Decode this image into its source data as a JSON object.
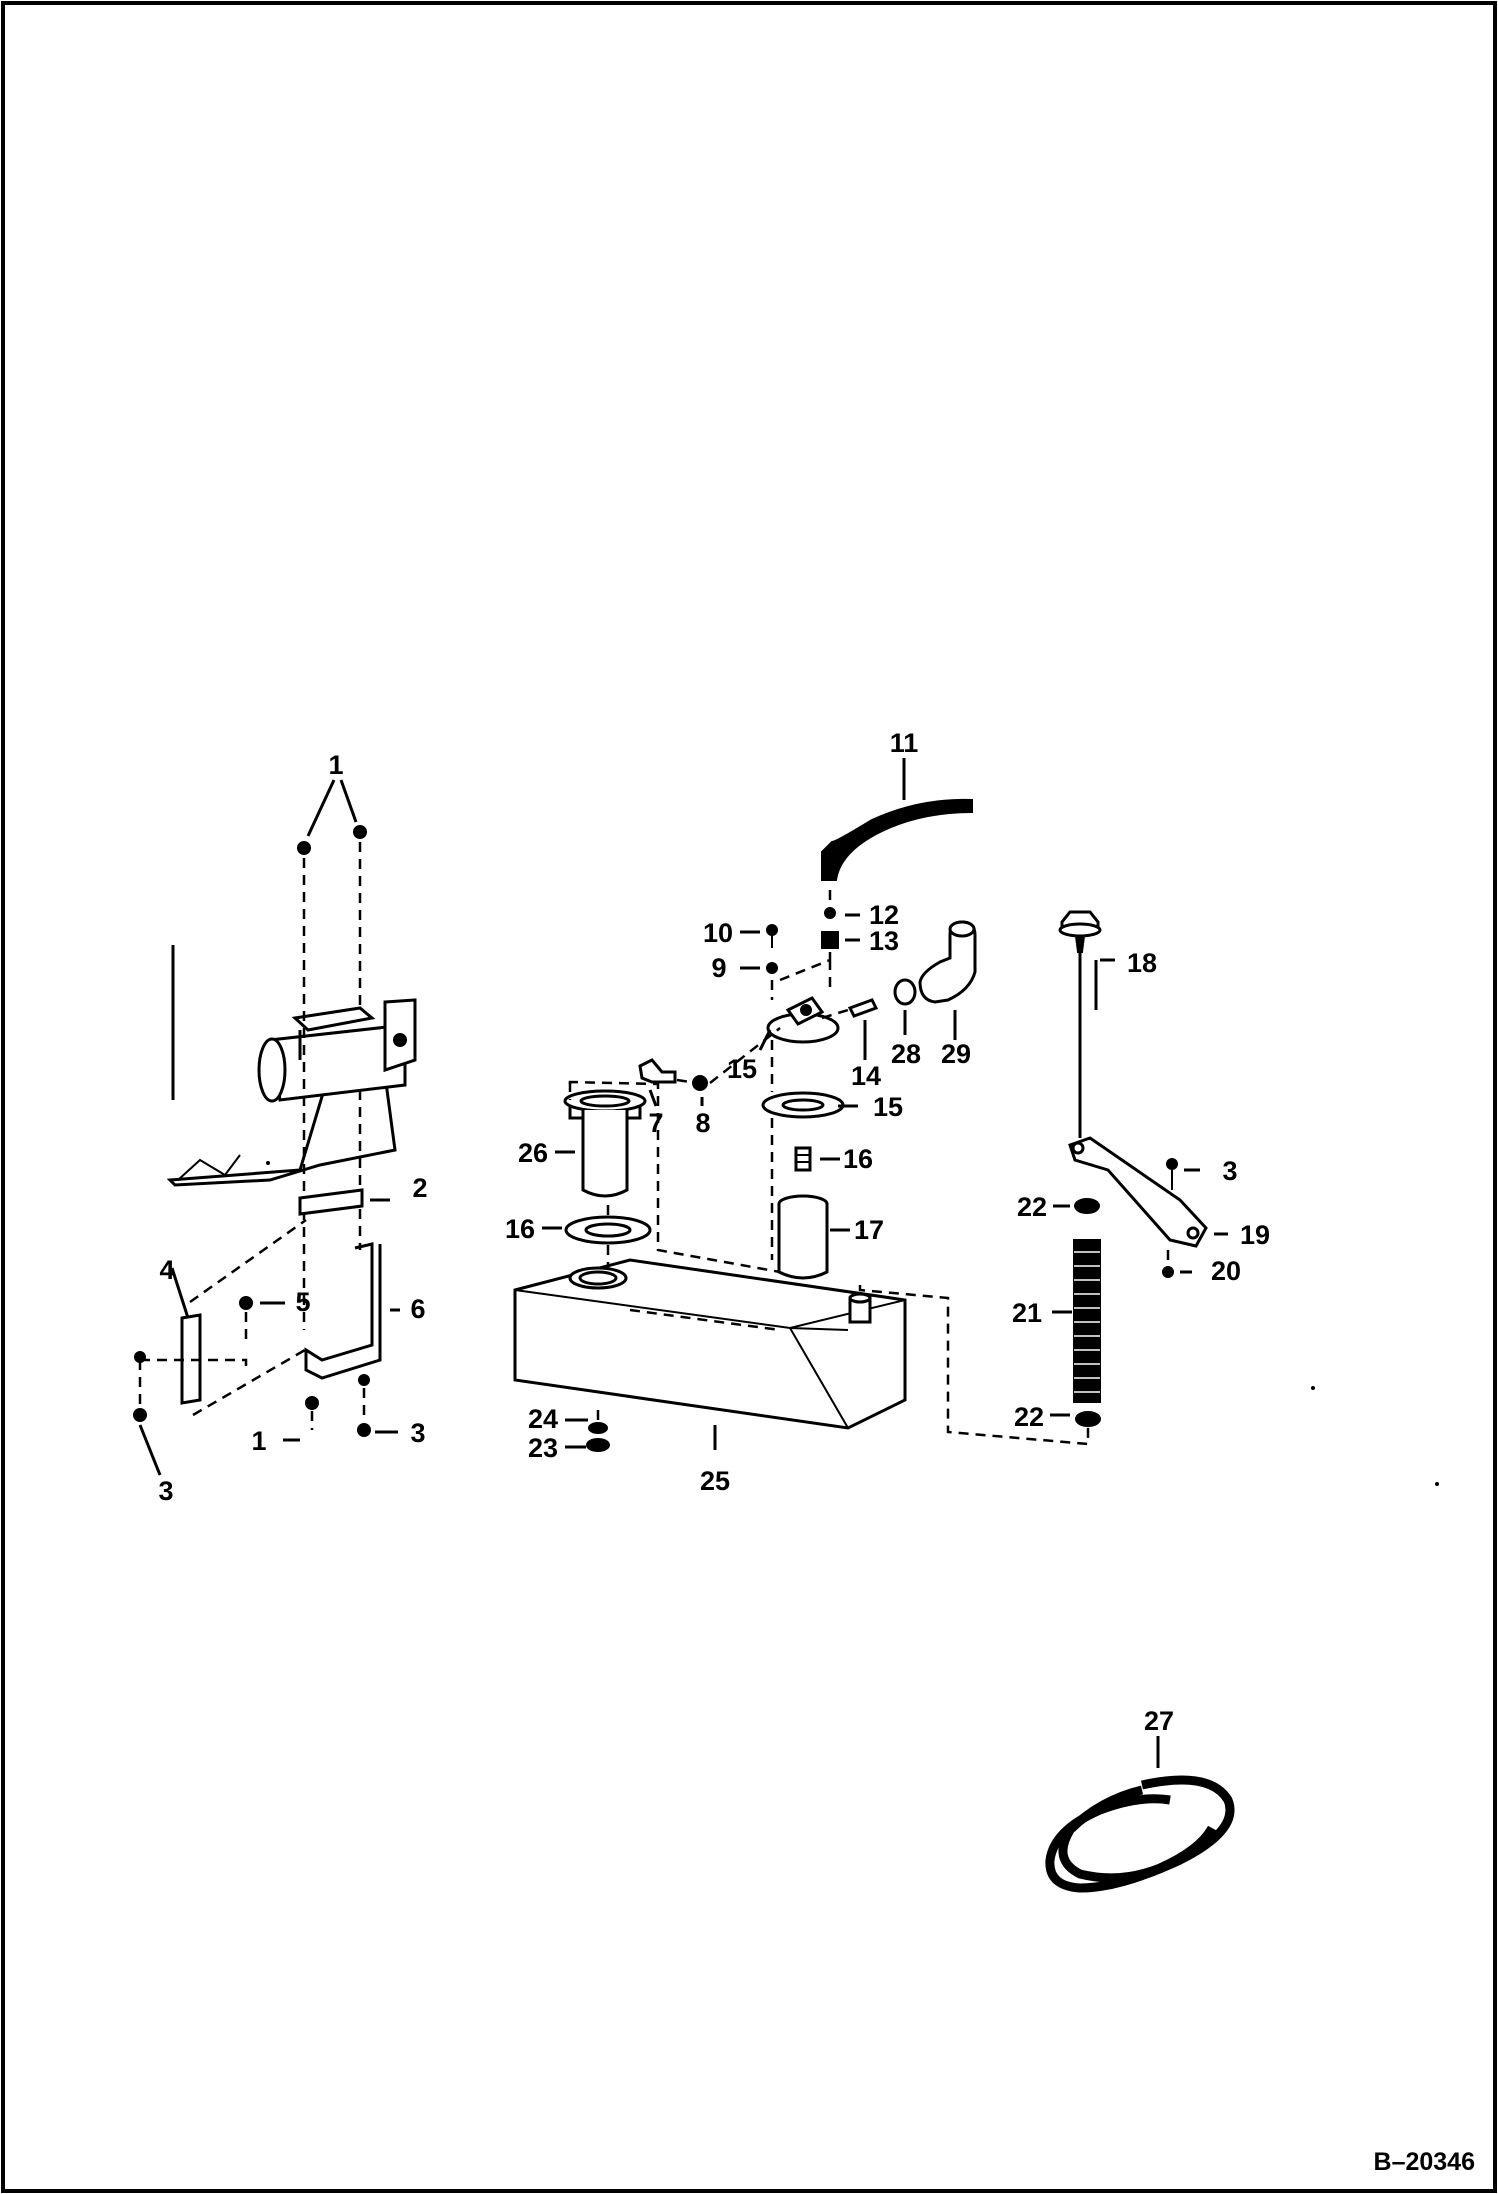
{
  "figure": {
    "reference_code": "B–20346"
  },
  "callouts": {
    "c1a": "1",
    "c1b": "1",
    "c2": "2",
    "c3a": "3",
    "c3b": "3",
    "c3c": "3",
    "c4": "4",
    "c5": "5",
    "c6": "6",
    "c7": "7",
    "c8": "8",
    "c9": "9",
    "c10": "10",
    "c11": "11",
    "c12": "12",
    "c13": "13",
    "c14": "14",
    "c15a": "15",
    "c15b": "15",
    "c16a": "16",
    "c16b": "16",
    "c17": "17",
    "c18": "18",
    "c19": "19",
    "c20": "20",
    "c21": "21",
    "c22a": "22",
    "c22b": "22",
    "c23": "23",
    "c24": "24",
    "c25": "25",
    "c26": "26",
    "c27": "27",
    "c28": "28",
    "c29": "29"
  }
}
